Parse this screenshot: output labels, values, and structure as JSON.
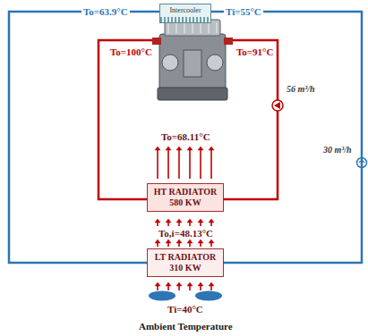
{
  "diagram": {
    "nodes": [
      {
        "text": [
          "Intercooler"
        ]
      },
      {
        "text": [
          "HT RADIATOR",
          "580 KW"
        ]
      },
      {
        "text": [
          "LT RADIATOR",
          "310 KW"
        ]
      }
    ],
    "edges": [
      {
        "from": 0,
        "to": 2,
        "arrow": "none"
      },
      {
        "from": 0,
        "to": 2,
        "arrow": "none"
      }
    ],
    "labels": [
      "To=63.9°C",
      "Ti=55°C",
      "To=100°C",
      "To=91°C",
      "56 m³/h",
      "30 m³/h",
      "To=68.11°C",
      "To,i=48.13°C",
      "Ti=40°C",
      "Ambient Temperature"
    ]
  }
}
